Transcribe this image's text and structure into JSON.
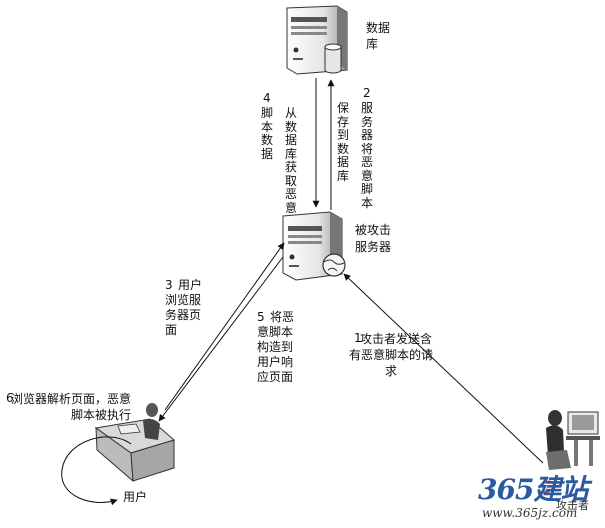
{
  "nodes": {
    "database": {
      "label": "数据库"
    },
    "server": {
      "label": "被攻击服务器"
    },
    "user": {
      "label": "用户"
    },
    "attacker": {
      "label": "攻击者"
    }
  },
  "steps": {
    "step1": {
      "number": "1",
      "text": "攻击者发送含有恶意脚本的请求"
    },
    "step2": {
      "number": "2",
      "col1": "服务器将恶意脚本",
      "col2": "保存到数据库"
    },
    "step3": {
      "number": "3",
      "text": "用户浏览服务器页面"
    },
    "step4": {
      "number": "4",
      "col1": "从数据库获取恶意",
      "col2": "脚本数据"
    },
    "step5": {
      "number": "5",
      "text": "将恶意脚本构造到用户响应页面"
    },
    "step6": {
      "number": "6",
      "text": "浏览器解析页面，恶意脚本被执行"
    }
  },
  "watermark": {
    "brand": "365建站",
    "url": "www.365jz.com"
  }
}
